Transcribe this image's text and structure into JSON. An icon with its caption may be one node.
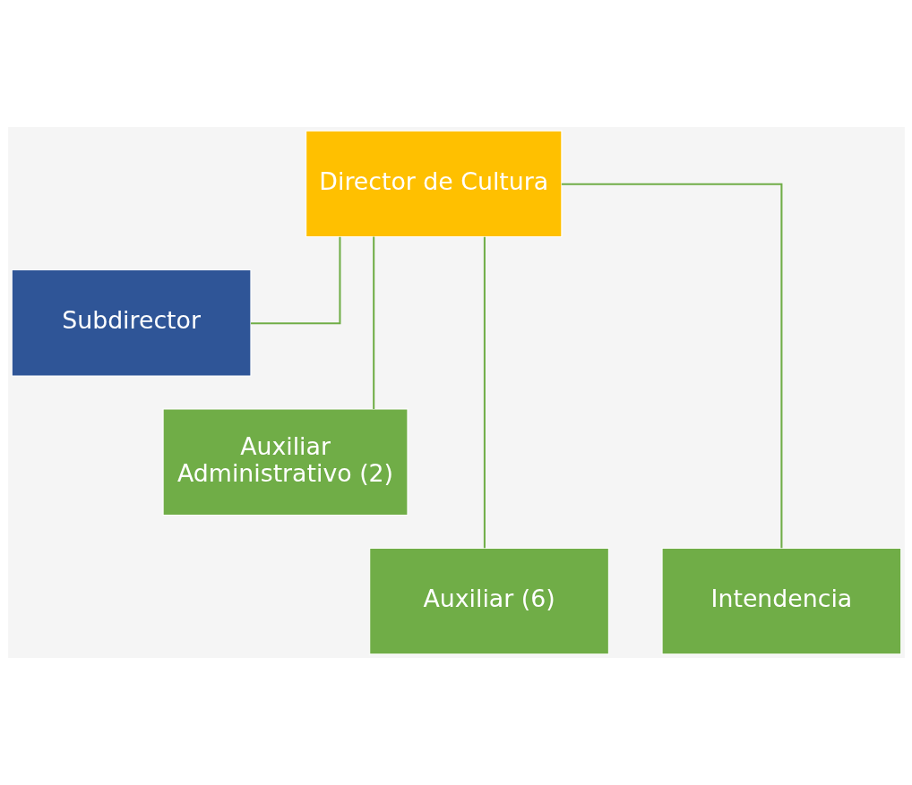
{
  "diagram": {
    "nodes": [
      {
        "text": [
          "Director de Cultura"
        ]
      },
      {
        "text": [
          "Subdirector"
        ]
      },
      {
        "text": [
          "Auxiliar Administrativo (2)"
        ]
      },
      {
        "text": [
          "Auxiliar (6)"
        ]
      },
      {
        "text": [
          "Intendencia"
        ]
      }
    ],
    "edges": [
      {
        "from": 0,
        "to": 1,
        "arrow": "none"
      },
      {
        "from": 0,
        "to": 2,
        "arrow": "none"
      },
      {
        "from": 0,
        "to": 3,
        "arrow": "none"
      },
      {
        "from": 0,
        "to": 4,
        "arrow": "none"
      }
    ]
  }
}
